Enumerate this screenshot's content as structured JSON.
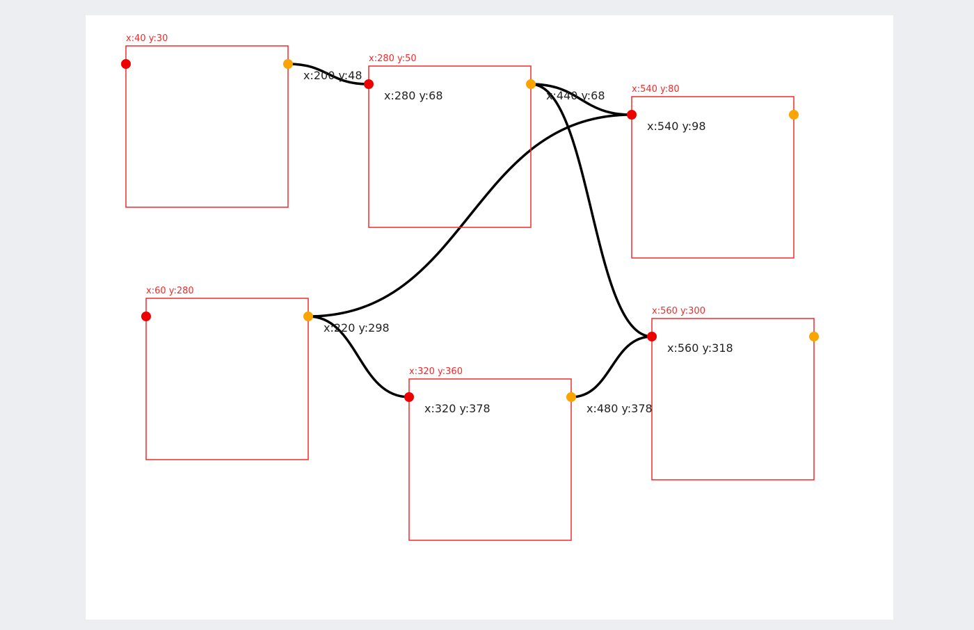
{
  "colors": {
    "box_border": "#f02b2b",
    "input_port": "#ee0000",
    "output_port": "#f9a400",
    "edge": "#000000",
    "background": "#eceef2",
    "canvas": "#ffffff"
  },
  "nodes": [
    {
      "id": "n1",
      "tag": "x:40 y:30",
      "label": ""
    },
    {
      "id": "n2",
      "tag": "x:280 y:50",
      "label": "x:280 y:68"
    },
    {
      "id": "n3",
      "tag": "x:540 y:80",
      "label": "x:540 y:98"
    },
    {
      "id": "n4",
      "tag": "x:60 y:280",
      "label": ""
    },
    {
      "id": "n5",
      "tag": "x:320 y:360",
      "label": "x:320 y:378"
    },
    {
      "id": "n6",
      "tag": "x:560 y:300",
      "label": "x:560 y:318"
    }
  ],
  "port_labels": {
    "n1_out": "x:200 y:48",
    "n2_out": "x:440 y:68",
    "n4_out": "x:220 y:298",
    "n5_out": "x:480 y:378"
  },
  "edges": [
    {
      "from": "n1",
      "to": "n2"
    },
    {
      "from": "n2",
      "to": "n3"
    },
    {
      "from": "n2",
      "to": "n6"
    },
    {
      "from": "n4",
      "to": "n3"
    },
    {
      "from": "n4",
      "to": "n5"
    },
    {
      "from": "n5",
      "to": "n6"
    }
  ]
}
